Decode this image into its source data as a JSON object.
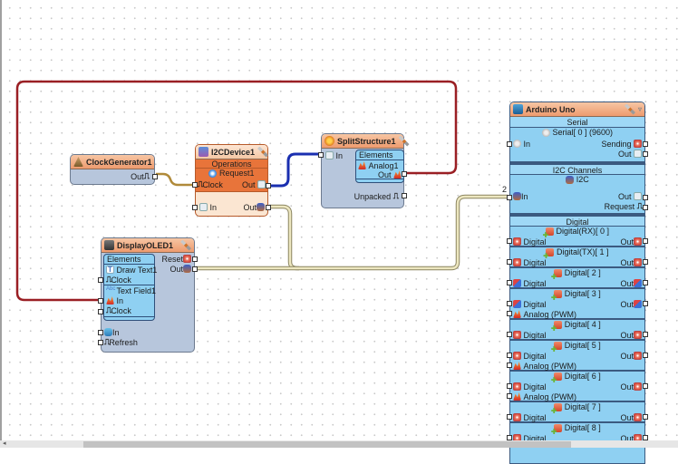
{
  "canvas": {
    "grid": "dotted"
  },
  "colors": {
    "header_gradient": [
      "#f7c6a4",
      "#ee9b6e"
    ],
    "selected_block": "#e8743a",
    "block_body": "#b7c6dc",
    "elements_bg": "#8fd0f2",
    "wire_analog": "#9a1f24",
    "wire_data": "#1a2fb0",
    "wire_clock": "#b08a3a",
    "wire_i2c": "#d8d2a8"
  },
  "blocks": {
    "clock_generator": {
      "title": "ClockGenerator1",
      "out_label": "Out"
    },
    "i2c_device": {
      "title": "I2CDevice1",
      "operations_label": "Operations",
      "request_label": "Request1",
      "clock_label": "Clock",
      "out_label": "Out",
      "in_label": "In",
      "i2c_out_label": "Out"
    },
    "split_structure": {
      "title": "SplitStructure1",
      "in_label": "In",
      "elements_label": "Elements",
      "analog_label": "Analog1",
      "out_label": "Out",
      "unpacked_label": "Unpacked"
    },
    "display_oled": {
      "title": "DisplayOLED1",
      "reset_label": "Reset",
      "out_label": "Out",
      "elements_label": "Elements",
      "draw_text_label": "Draw Text1",
      "draw_text_clock": "Clock",
      "text_field_label": "Text Field1",
      "text_field_in": "In",
      "text_field_clock": "Clock",
      "in_label": "In",
      "refresh_label": "Refresh"
    },
    "arduino": {
      "title": "Arduino Uno",
      "serial": {
        "section": "Serial",
        "channel": "Serial[ 0 ] (9600)",
        "in_label": "In",
        "sending_label": "Sending",
        "out_label": "Out"
      },
      "i2c": {
        "section": "I2C Channels",
        "channel": "I2C",
        "in_label": "In",
        "out_label": "Out",
        "request_label": "Request",
        "connection_count": "2"
      },
      "digital": {
        "section": "Digital",
        "channels": [
          {
            "name": "Digital(RX)[ 0 ]",
            "in": "Digital",
            "out": "Out",
            "analog": null,
            "pin_style": "plain"
          },
          {
            "name": "Digital(TX)[ 1 ]",
            "in": "Digital",
            "out": "Out",
            "analog": null,
            "pin_style": "plain"
          },
          {
            "name": "Digital[ 2 ]",
            "in": "Digital",
            "out": "Out",
            "analog": null,
            "pin_style": "interrupt"
          },
          {
            "name": "Digital[ 3 ]",
            "in": "Digital",
            "out": "Out",
            "analog": "Analog (PWM)",
            "pin_style": "interrupt"
          },
          {
            "name": "Digital[ 4 ]",
            "in": "Digital",
            "out": "Out",
            "analog": null,
            "pin_style": "plain"
          },
          {
            "name": "Digital[ 5 ]",
            "in": "Digital",
            "out": "Out",
            "analog": "Analog (PWM)",
            "pin_style": "plain"
          },
          {
            "name": "Digital[ 6 ]",
            "in": "Digital",
            "out": "Out",
            "analog": "Analog (PWM)",
            "pin_style": "plain"
          },
          {
            "name": "Digital[ 7 ]",
            "in": "Digital",
            "out": "Out",
            "analog": null,
            "pin_style": "plain"
          },
          {
            "name": "Digital[ 8 ]",
            "in": "Digital",
            "out": "Out",
            "analog": null,
            "pin_style": "plain"
          }
        ]
      }
    }
  },
  "icons": {
    "clock_pin": "⎍",
    "clock_generator": "generator-icon",
    "i2c": "i2c-icon",
    "split": "split-structure-icon",
    "oled": "oled-display-icon",
    "arduino": "arduino-board-icon",
    "tools": "tools-icon",
    "dropdown": "▿"
  }
}
